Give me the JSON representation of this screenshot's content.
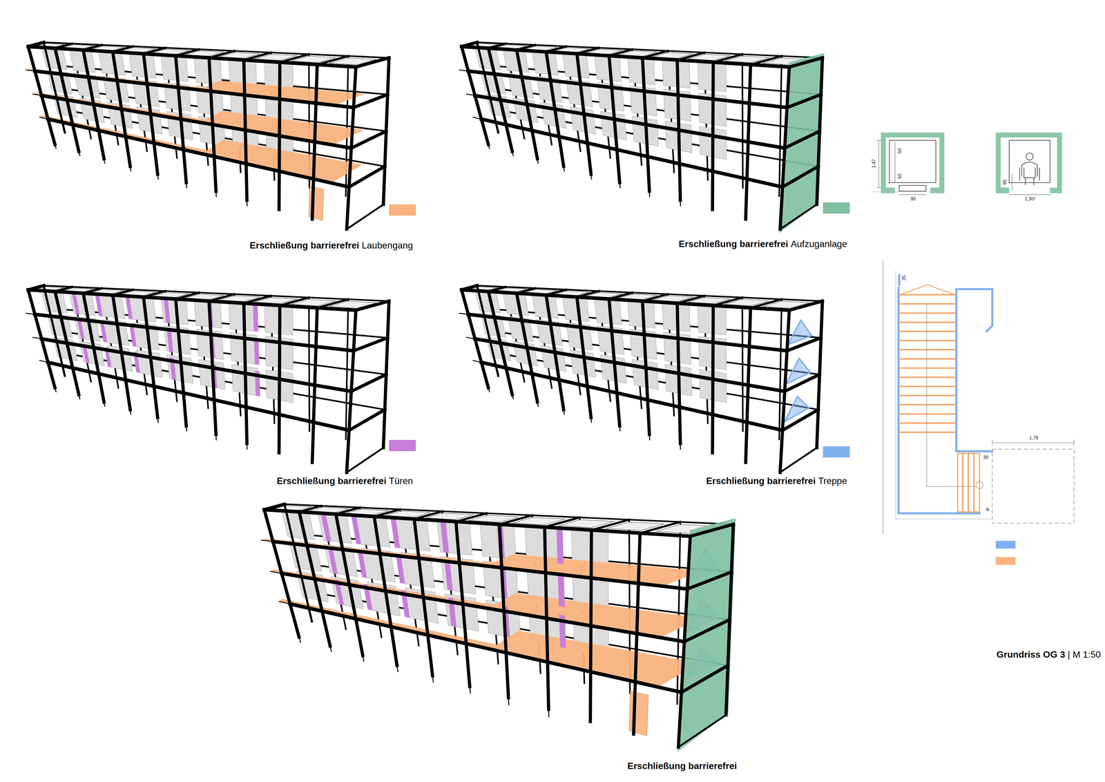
{
  "diagram": {
    "labels": [
      "Erschließung barrierefrei",
      "Erschließung barrierefrei",
      "Erschließung barrierefrei",
      "Erschließung barrierefrei",
      "Erschließung barrierefrei",
      "1,47",
      "50",
      "50",
      "95",
      "85",
      "1,30⁵",
      "35",
      "1,78",
      "30",
      "4¹",
      "Grundriss OG 3",
      "| M 1:50"
    ],
    "legend": [
      {
        "text": "Laubengang",
        "color": "#f9b37e"
      },
      {
        "text": "Aufzuganlage",
        "color": "#7fc0a0"
      },
      {
        "text": "Türen",
        "color": "#c57fd8"
      },
      {
        "text": "Treppe",
        "color": "#80b0f0"
      }
    ]
  }
}
